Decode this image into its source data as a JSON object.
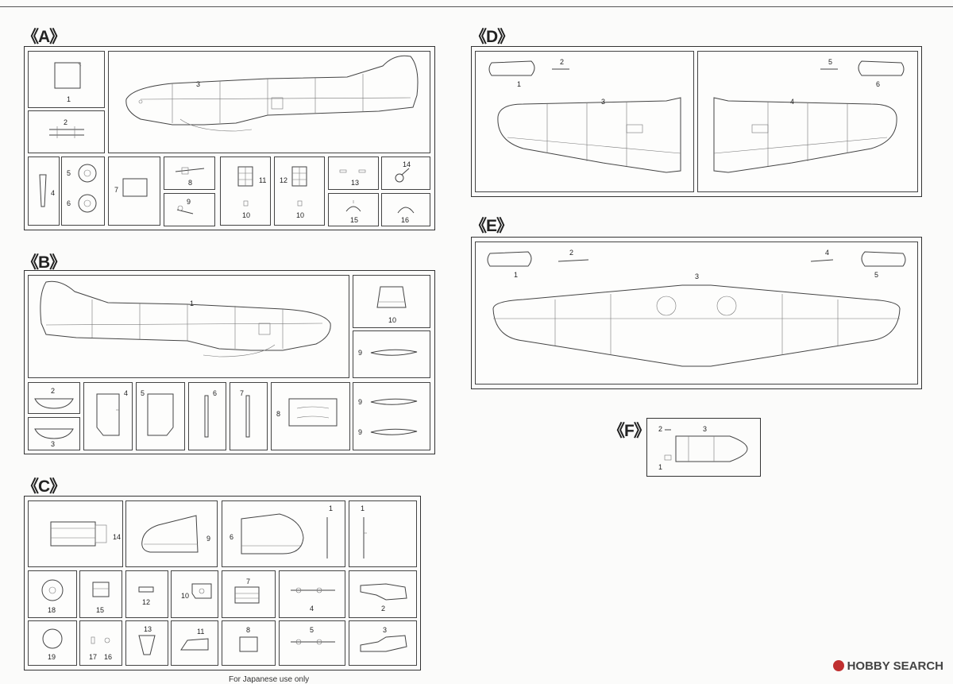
{
  "sections": {
    "A": {
      "label": "《A》",
      "parts": [
        "1",
        "2",
        "3",
        "4",
        "5",
        "6",
        "7",
        "8",
        "9",
        "10",
        "11",
        "12",
        "10",
        "13",
        "14",
        "15",
        "16"
      ]
    },
    "B": {
      "label": "《B》",
      "parts": [
        "1",
        "10",
        "9",
        "2",
        "3",
        "4",
        "5",
        "6",
        "7",
        "8",
        "9",
        "9"
      ]
    },
    "C": {
      "label": "《C》",
      "parts": [
        "14",
        "9",
        "6",
        "1",
        "1",
        "18",
        "15",
        "12",
        "10",
        "7",
        "4",
        "2",
        "19",
        "17",
        "16",
        "13",
        "11",
        "8",
        "5",
        "3"
      ]
    },
    "D": {
      "label": "《D》",
      "parts": [
        "2",
        "1",
        "5",
        "6",
        "3",
        "4"
      ]
    },
    "E": {
      "label": "《E》",
      "parts": [
        "2",
        "1",
        "4",
        "5",
        "3"
      ]
    },
    "F": {
      "label": "《F》",
      "parts": [
        "2",
        "3",
        "1"
      ]
    }
  },
  "footnote": "For Japanese use only",
  "watermark": {
    "logo": "hobby-search-logo",
    "text": "HOBBY SEARCH"
  }
}
